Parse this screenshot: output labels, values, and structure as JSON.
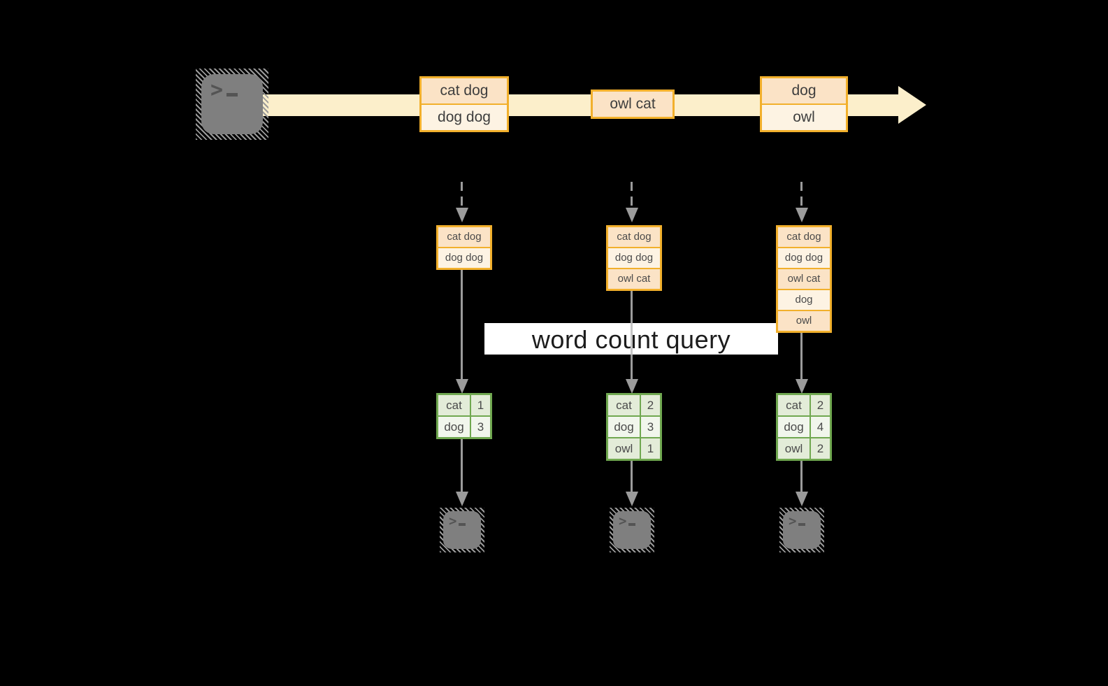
{
  "icons": {
    "prompt_chevron": ">"
  },
  "stream": {
    "records": [
      {
        "lines": [
          "cat dog",
          "dog dog"
        ]
      },
      {
        "lines": [
          "owl cat"
        ]
      },
      {
        "lines": [
          "dog",
          "owl"
        ]
      }
    ]
  },
  "query_label": "word count query",
  "columns": [
    {
      "buffer": [
        "cat dog",
        "dog dog"
      ],
      "counts": [
        [
          "cat",
          "1"
        ],
        [
          "dog",
          "3"
        ]
      ]
    },
    {
      "buffer": [
        "cat dog",
        "dog dog",
        "owl cat"
      ],
      "counts": [
        [
          "cat",
          "2"
        ],
        [
          "dog",
          "3"
        ],
        [
          "owl",
          "1"
        ]
      ]
    },
    {
      "buffer": [
        "cat dog",
        "dog dog",
        "owl cat",
        "dog",
        "owl"
      ],
      "counts": [
        [
          "cat",
          "2"
        ],
        [
          "dog",
          "4"
        ],
        [
          "owl",
          "2"
        ]
      ]
    }
  ],
  "colors": {
    "background": "#000000",
    "stream_band": "#fcefcb",
    "accent_orange": "#f2b02c",
    "fill_peach": "#fbe3c6",
    "fill_cream": "#fdf3e3",
    "accent_green": "#70a850",
    "fill_green_dark": "#e3ecd8",
    "fill_green_light": "#f1f6ec",
    "arrow_gray": "#9b9b9b",
    "terminal_gray": "#7f7f7f",
    "query_bg": "#ffffff"
  }
}
